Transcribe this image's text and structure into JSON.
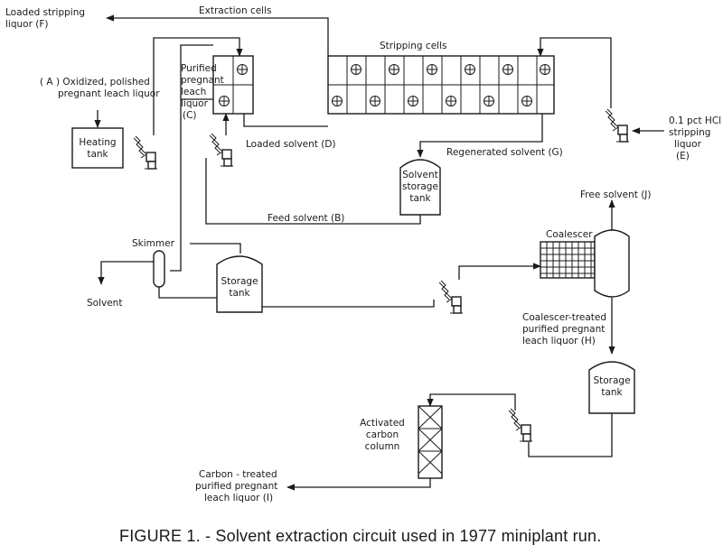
{
  "labels": {
    "loaded_stripping_1": "Loaded stripping",
    "loaded_stripping_2": "liquor (F)",
    "extraction_cells": "Extraction cells",
    "stripping_cells": "Stripping cells",
    "oxidized_1": "( A )  Oxidized, polished",
    "oxidized_2": "pregnant leach liquor",
    "purified_1": "Purified",
    "purified_2": "pregnant",
    "purified_3": "leach",
    "purified_4": "liquor",
    "purified_5": "(C)",
    "heating_1": "Heating",
    "heating_2": "tank",
    "loaded_solvent": "Loaded  solvent  (D)",
    "regenerated_solvent": "Regenerated  solvent  (G)",
    "hcl_1": "0.1 pct HCl",
    "hcl_2": "stripping",
    "hcl_3": "liquor",
    "hcl_4": "(E)",
    "solvent_storage_1": "Solvent",
    "solvent_storage_2": "storage",
    "solvent_storage_3": "tank",
    "feed_solvent": "Feed  solvent  (B)",
    "free_solvent": "Free  solvent  (J)",
    "skimmer": "Skimmer",
    "coalescer": "Coalescer",
    "storage_1a": "Storage",
    "storage_1b": "tank",
    "solvent": "Solvent",
    "coalescer_treated_1": "Coalescer-treated",
    "coalescer_treated_2": "purified pregnant",
    "coalescer_treated_3": "leach liquor (H)",
    "storage_2a": "Storage",
    "storage_2b": "tank",
    "activated_1": "Activated",
    "activated_2": "carbon",
    "activated_3": "column",
    "carbon_treated_1": "Carbon - treated",
    "carbon_treated_2": "purified pregnant",
    "carbon_treated_3": "leach liquor (I)"
  },
  "caption": "FIGURE 1. - Solvent extraction circuit used in 1977 miniplant run."
}
